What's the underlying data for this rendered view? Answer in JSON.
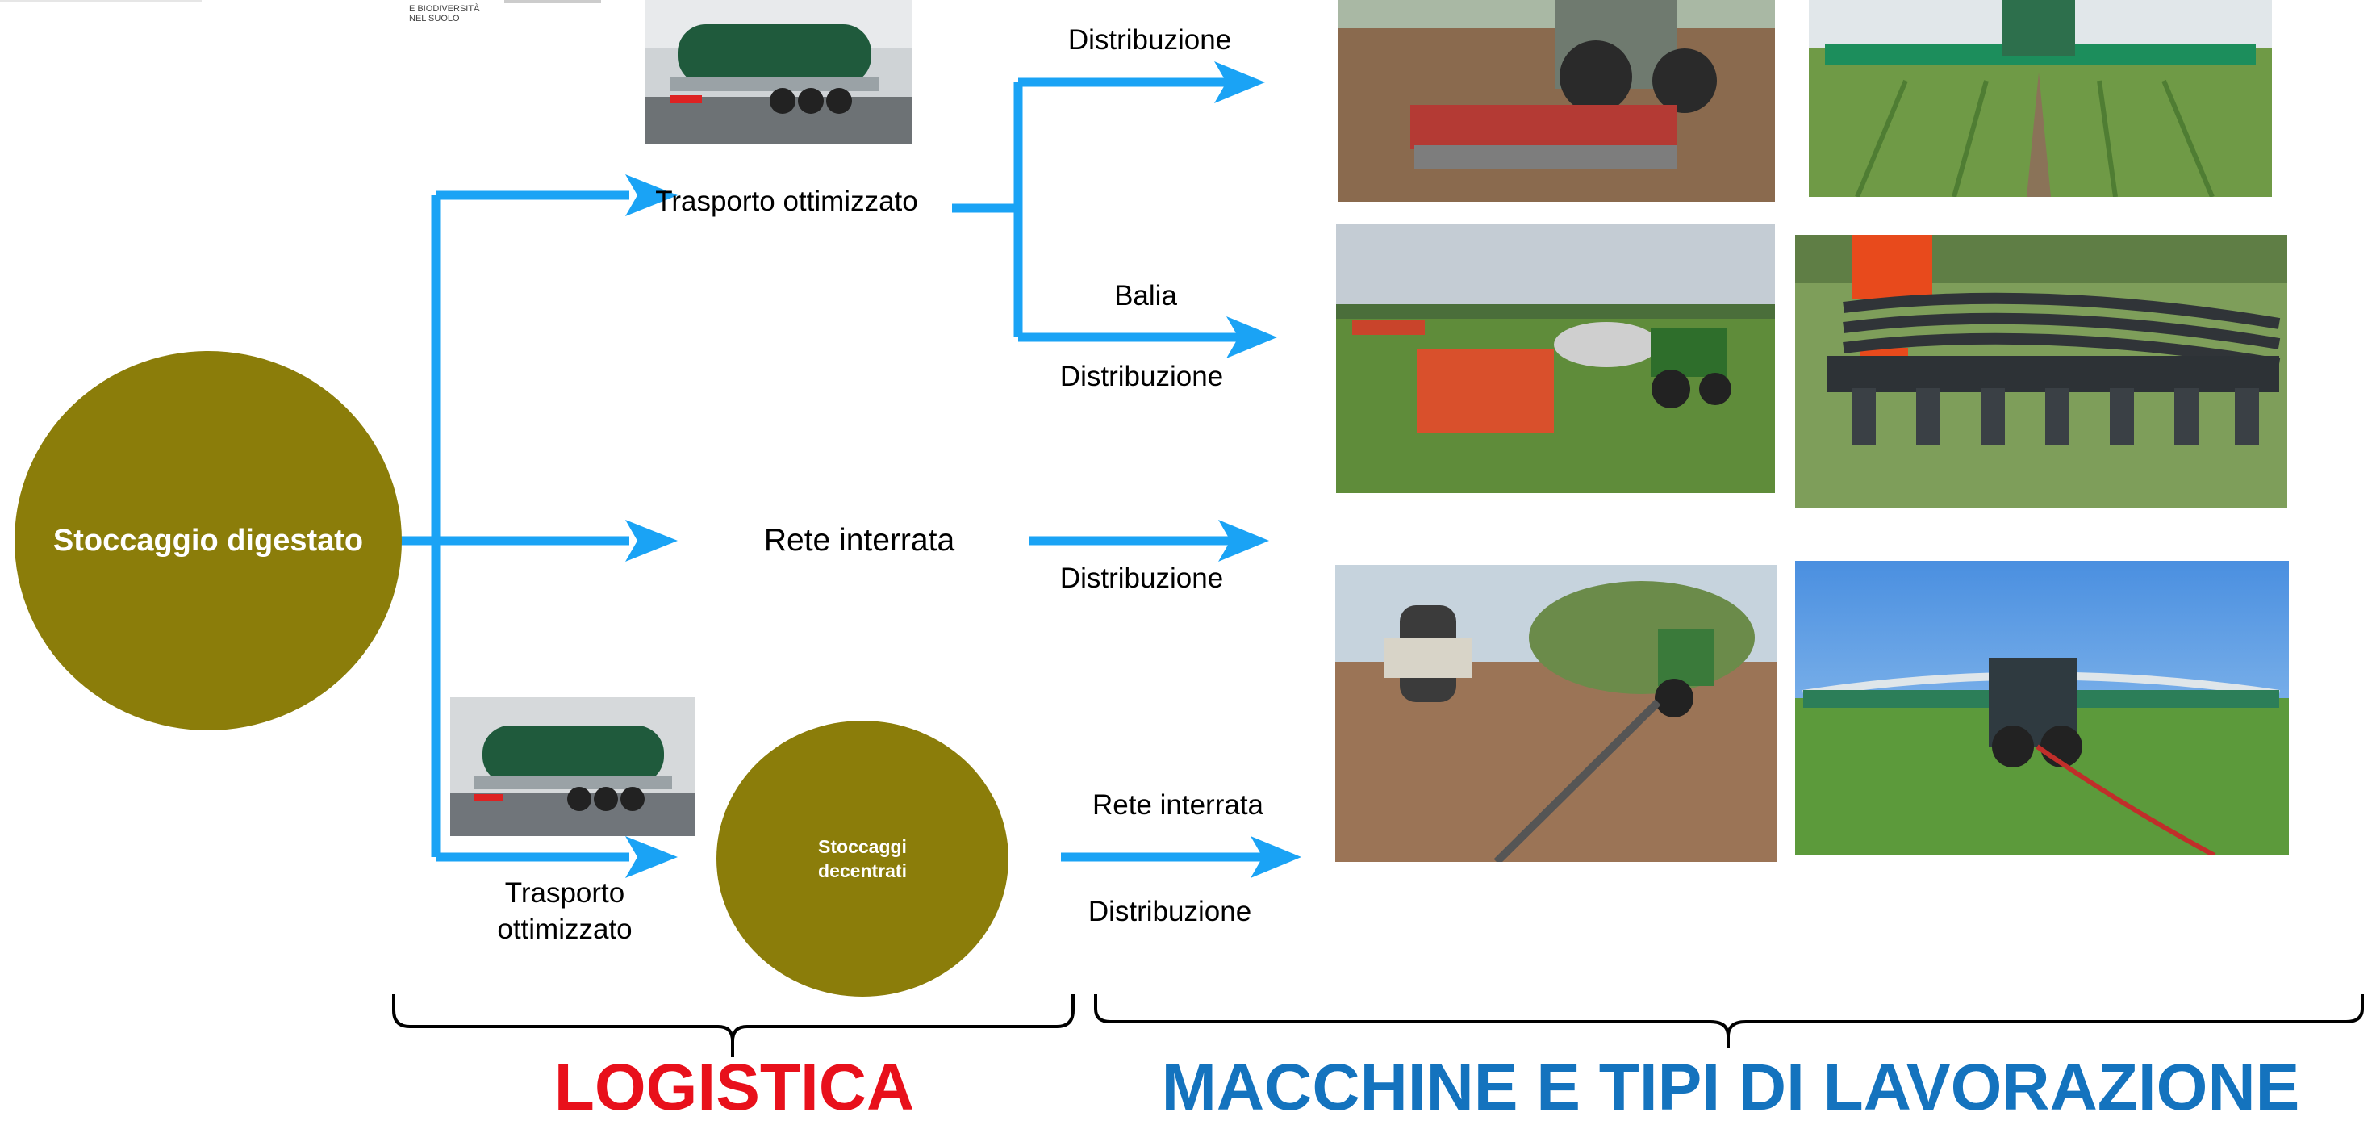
{
  "logo": {
    "text": "E BIODIVERSITÀ\nNEL SUOLO"
  },
  "colors": {
    "arrow": "#1aa3f5",
    "circle": "#8b7d0a",
    "logistica": "#e8101b",
    "lavorazione": "#1473be",
    "brace": "#000000"
  },
  "nodes": {
    "storage_main": "Stoccaggio digestato",
    "storage_decentral": "Stoccaggi decentrati"
  },
  "labels": {
    "trasporto_top": "Trasporto ottimizzato",
    "distribuzione_1": "Distribuzione",
    "balia": "Balia",
    "distribuzione_2": "Distribuzione",
    "rete_interrata_mid": "Rete interrata",
    "distribuzione_3": "Distribuzione",
    "trasporto_bottom": "Trasporto\nottimizzato",
    "rete_interrata_low": "Rete interrata",
    "distribuzione_4": "Distribuzione"
  },
  "sections": {
    "logistica": "LOGISTICA",
    "lavorazione": "MACCHINE E TIPI DI LAVORAZIONE"
  },
  "photos": {
    "tanker_top": "tanker-trailer-photo",
    "tanker_bottom": "tanker-trailer-photo",
    "row1_left": "tractor-tillage-photo",
    "row1_right": "boom-spreader-field-photo",
    "row2_left": "balia-container-field-photo",
    "row2_right": "hose-injector-photo",
    "row3_left": "hose-reel-tractor-photo",
    "row3_right": "umbilical-boom-photo"
  }
}
